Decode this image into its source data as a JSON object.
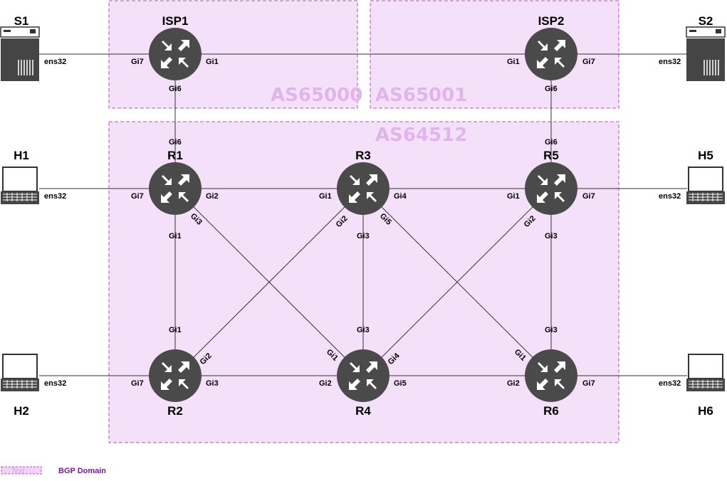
{
  "domains": [
    {
      "label": "AS65000"
    },
    {
      "label": "AS65001"
    },
    {
      "label": "AS64512"
    }
  ],
  "nodes": {
    "isp1": "ISP1",
    "isp2": "ISP2",
    "r1": "R1",
    "r2": "R2",
    "r3": "R3",
    "r4": "R4",
    "r5": "R5",
    "r6": "R6",
    "s1": "S1",
    "s2": "S2",
    "h1": "H1",
    "h2": "H2",
    "h5": "H5",
    "h6": "H6"
  },
  "ports": {
    "s1_isp1_a": "ens32",
    "s1_isp1_b": "Gi7",
    "isp1_isp2_a": "Gi1",
    "isp1_isp2_b": "Gi1",
    "isp2_s2_a": "Gi7",
    "isp2_s2_b": "ens32",
    "isp1_r1_a": "Gi6",
    "isp1_r1_b": "Gi6",
    "isp2_r5_a": "Gi6",
    "isp2_r5_b": "Gi6",
    "h1_r1_a": "ens32",
    "h1_r1_b": "Gi7",
    "r1_r3_a": "Gi2",
    "r1_r3_b": "Gi1",
    "r3_r5_a": "Gi4",
    "r3_r5_b": "Gi1",
    "r5_h5_a": "Gi7",
    "r5_h5_b": "ens32",
    "r1_r2_a": "Gi1",
    "r1_r2_b": "Gi1",
    "r1_r4_a": "Gi3",
    "r1_r4_b": "Gi1",
    "r3_r2_a": "Gi2",
    "r3_r2_b": "Gi2",
    "r3_r4_a": "Gi3",
    "r3_r4_b": "Gi3",
    "r3_r6_a": "Gi5",
    "r3_r6_b": "Gi1",
    "r5_r4_a": "Gi2",
    "r5_r4_b": "Gi4",
    "r5_r6_a": "Gi3",
    "r5_r6_b": "Gi3",
    "h2_r2_a": "ens32",
    "h2_r2_b": "Gi7",
    "r2_r4_a": "Gi3",
    "r2_r4_b": "Gi2",
    "r4_r6_a": "Gi5",
    "r4_r6_b": "Gi2",
    "r6_h6_a": "Gi7",
    "r6_h6_b": "ens32"
  },
  "legend": {
    "swatch_text": "Text",
    "label": "BGP Domain"
  },
  "colors": {
    "domain_fill": "#f4e0f8",
    "domain_border": "#b84fc8",
    "domain_label": "#e2b4ec",
    "router": "#4a4a4a",
    "legend_text": "#7a1a9a"
  }
}
